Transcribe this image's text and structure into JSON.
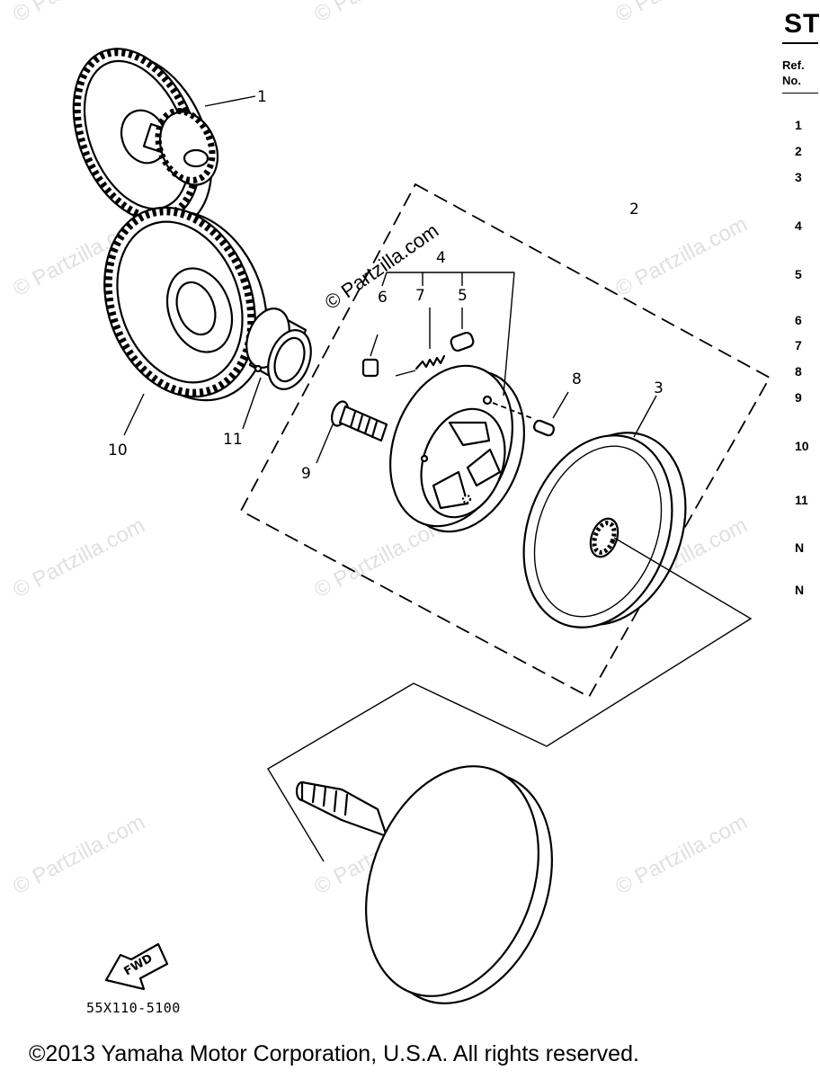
{
  "watermark": "© Partzilla.com",
  "callouts": [
    "1",
    "2",
    "3",
    "4",
    "5",
    "6",
    "7",
    "8",
    "9",
    "10",
    "11"
  ],
  "fwd_label": "FWD",
  "diagram_code": "55X110-5100",
  "copyright": "©2013  Yamaha Motor Corporation, U.S.A. All rights reserved.",
  "legend": {
    "title": "ST",
    "header_line1": "Ref.",
    "header_line2": "No.",
    "rows": [
      "1",
      "2",
      "3",
      "4",
      "5",
      "6",
      "7",
      "8",
      "9",
      "10",
      "11",
      "N",
      "N"
    ]
  }
}
